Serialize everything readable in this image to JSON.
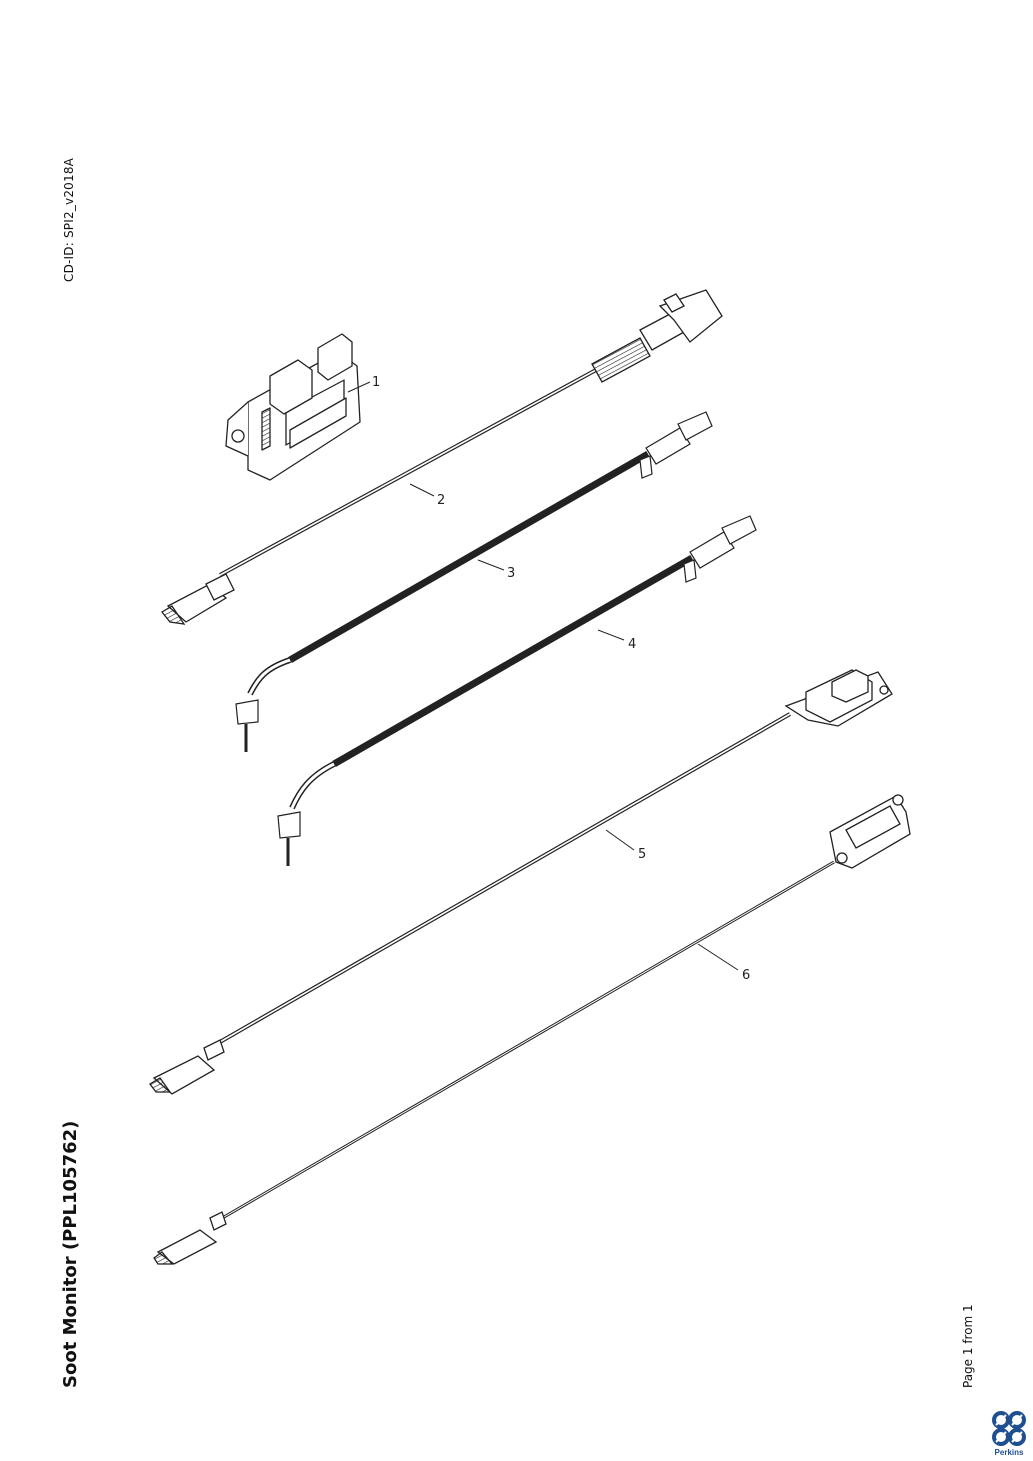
{
  "header": {
    "cd_id": "CD-ID: SPI2_v2018A"
  },
  "title": "Soot Monitor (PPL105762)",
  "footer": {
    "page": "Page 1 from 1"
  },
  "brand": {
    "name": "Perkins",
    "color": "#1d4f91",
    "logo_icon": "perkins-logo-icon"
  },
  "callouts": [
    "1",
    "2",
    "3",
    "4",
    "5",
    "6"
  ]
}
